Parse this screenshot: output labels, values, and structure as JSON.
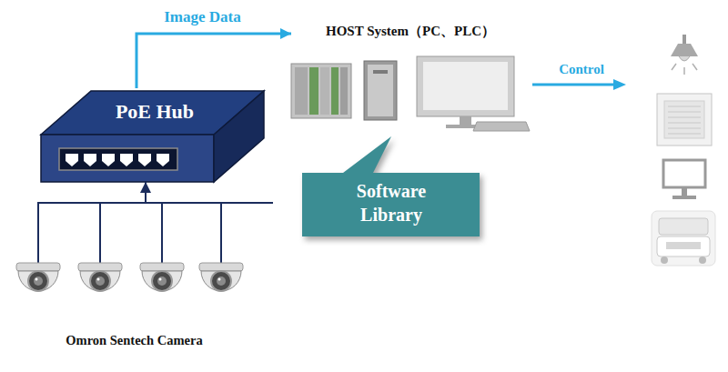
{
  "diagram": {
    "nodes": [
      {
        "text": [
          "PoE Hub"
        ]
      },
      {
        "text": [
          "HOST System（PC、PLC）"
        ]
      },
      {
        "text": [
          "Software Library"
        ]
      },
      {
        "text": [
          "Omron Sentech Camera"
        ]
      }
    ],
    "edges": [
      {
        "from": 3,
        "to": 0,
        "arrow": "to"
      },
      {
        "from": 0,
        "to": 1,
        "label": "Image Data",
        "arrow": "to"
      }
    ],
    "labels": [
      "Control"
    ]
  }
}
